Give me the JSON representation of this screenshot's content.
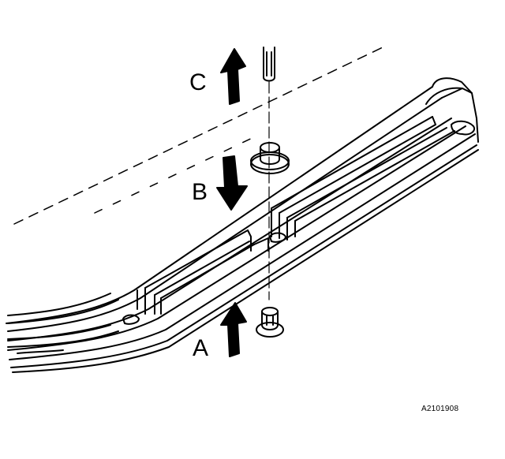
{
  "figure": {
    "callouts": {
      "c": "C",
      "b": "B",
      "a": "A"
    },
    "figure_id": "A2101908"
  }
}
